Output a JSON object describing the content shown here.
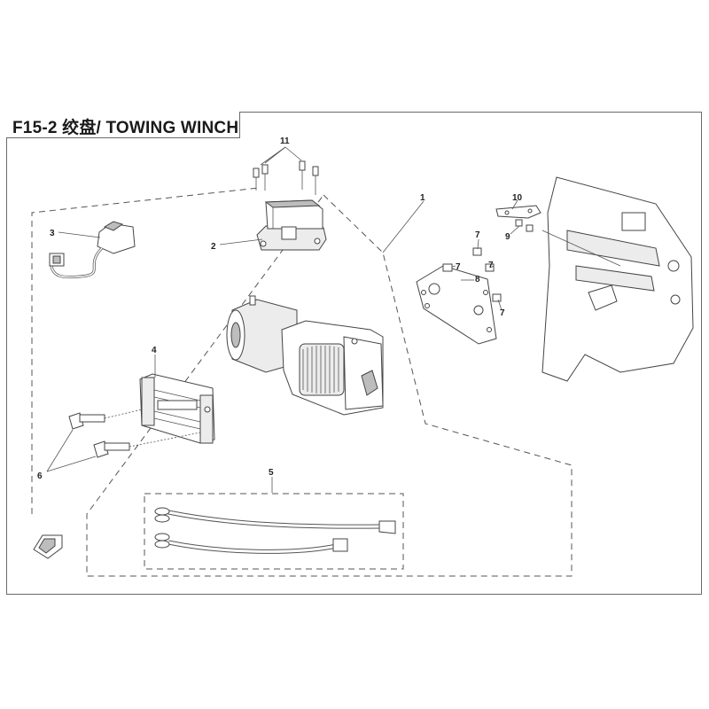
{
  "title": "F15-2 绞盘/ TOWING WINCH",
  "callouts": {
    "c1": "1",
    "c2": "2",
    "c3": "3",
    "c4": "4",
    "c5": "5",
    "c6": "6",
    "c7a": "7",
    "c7b": "7",
    "c7c": "7",
    "c7d": "7",
    "c8": "8",
    "c9": "9",
    "c10": "10",
    "c11": "11"
  },
  "icons": [
    "front-direction-arrow-icon"
  ],
  "colors": {
    "line": "#444444",
    "frame": "#6a6a6a",
    "fill": "#ffffff"
  }
}
